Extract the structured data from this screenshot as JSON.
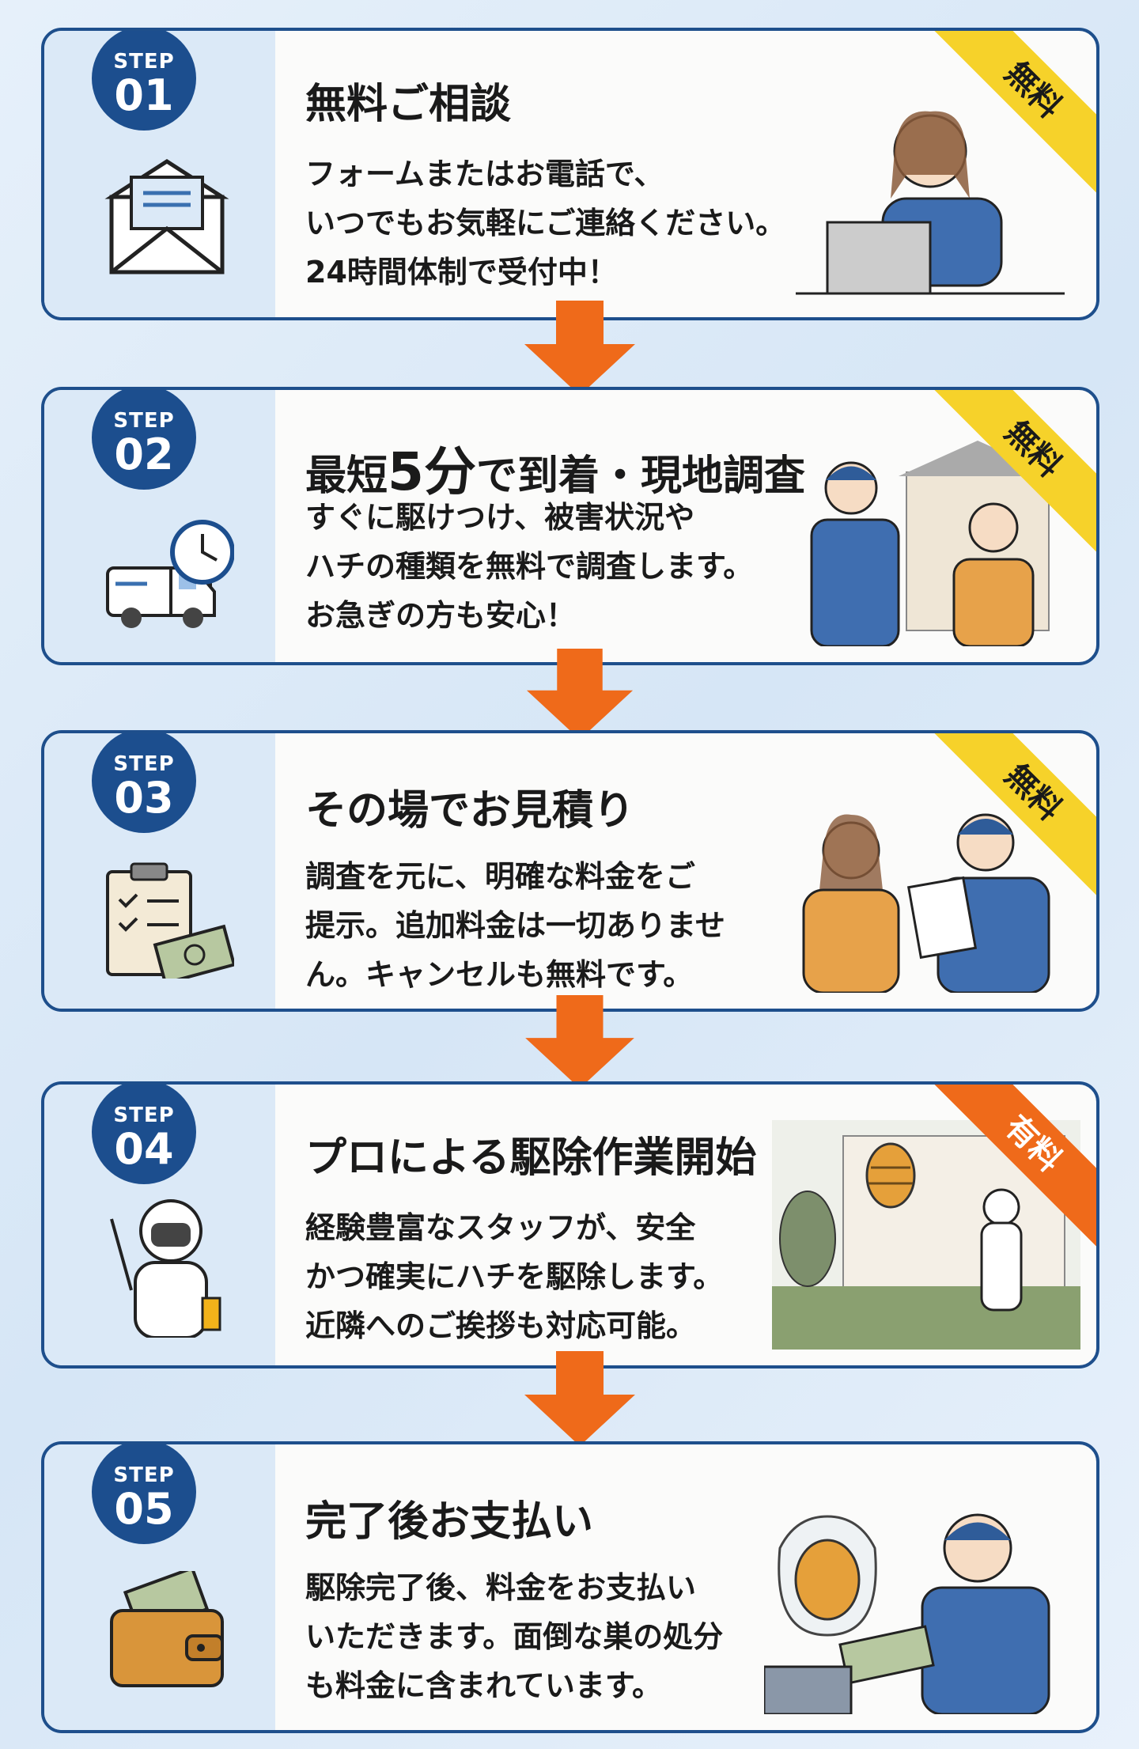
{
  "steps": [
    {
      "label": "STEP",
      "number": "01",
      "title": "無料ご相談",
      "lines": [
        "フォームまたはお電話で、",
        "いつでもお気軽にご連絡ください。",
        "24時間体制で受付中！"
      ],
      "badge": "無料",
      "icon": "envelope-icon",
      "illustration": "operator-illustration"
    },
    {
      "label": "STEP",
      "number": "02",
      "title_pre": "最短",
      "title_big": "5分",
      "title_post": "で到着・現地調査",
      "lines": [
        "すぐに駆けつけ、被害状況や",
        "ハチの種類を無料で調査します。",
        "お急ぎの方も安心！"
      ],
      "badge": "無料",
      "icon": "van-clock-icon",
      "illustration": "visit-illustration"
    },
    {
      "label": "STEP",
      "number": "03",
      "title": "その場でお見積り",
      "lines": [
        "調査を元に、明確な料金をご",
        "提示。追加料金は一切ありませ",
        "ん。キャンセルも無料です。"
      ],
      "badge": "無料",
      "icon": "clipboard-money-icon",
      "illustration": "estimate-illustration"
    },
    {
      "label": "STEP",
      "number": "04",
      "title": "プロによる駆除作業開始",
      "lines": [
        "経験豊富なスタッフが、安全",
        "かつ確実にハチを駆除します。",
        "近隣へのご挨拶も対応可能。"
      ],
      "badge": "有料",
      "icon": "protective-suit-icon",
      "illustration": "extermination-illustration"
    },
    {
      "label": "STEP",
      "number": "05",
      "title": "完了後お支払い",
      "lines": [
        "駆除完了後、料金をお支払い",
        "いただきます。面倒な巣の処分",
        "も料金に含まれています。"
      ],
      "icon": "wallet-icon",
      "illustration": "payment-illustration"
    }
  ],
  "colors": {
    "navy": "#1c4e8e",
    "orange": "#ef6a1a",
    "yellow": "#f6d22a",
    "panel": "#dbe9f7"
  }
}
